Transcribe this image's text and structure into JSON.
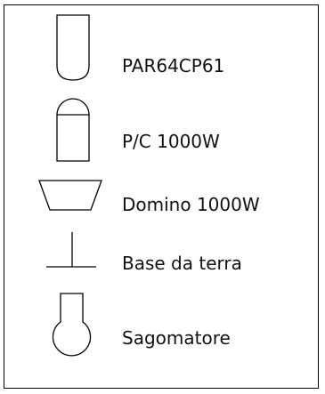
{
  "legend": {
    "items": [
      {
        "icon": "par64-lamp-icon",
        "label": "PAR64CP61"
      },
      {
        "icon": "pc-spotlight-icon",
        "label": "P/C 1000W"
      },
      {
        "icon": "domino-light-icon",
        "label": "Domino 1000W"
      },
      {
        "icon": "floor-stand-icon",
        "label": "Base da terra"
      },
      {
        "icon": "profile-spot-icon",
        "label": "Sagomatore"
      }
    ]
  },
  "colors": {
    "stroke": "#000000",
    "background": "#ffffff",
    "text": "#111111"
  }
}
